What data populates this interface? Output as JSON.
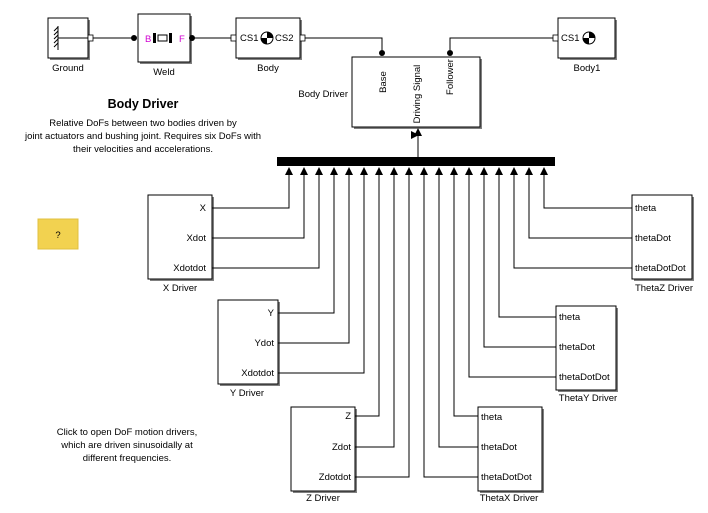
{
  "header": {
    "title": "Body Driver",
    "description": [
      "Relative DoFs between two bodies driven by",
      "joint actuators and bushing joint. Requires six DoFs with",
      "their velocities and accelerations."
    ]
  },
  "blocks": {
    "ground": {
      "label": "Ground"
    },
    "weld": {
      "label": "Weld",
      "port_b": "B",
      "port_f": "F"
    },
    "body": {
      "label": "Body",
      "port_cs1": "CS1",
      "port_cs2": "CS2"
    },
    "body1": {
      "label": "Body1",
      "port_cs1": "CS1"
    },
    "body_driver": {
      "label": "Body Driver",
      "port_base": "Base",
      "port_signal": "Driving Signal",
      "port_follower": "Follower"
    },
    "x_driver": {
      "label": "X Driver",
      "outputs": [
        "X",
        "Xdot",
        "Xdotdot"
      ]
    },
    "y_driver": {
      "label": "Y Driver",
      "outputs": [
        "Y",
        "Ydot",
        "Xdotdot"
      ]
    },
    "z_driver": {
      "label": "Z Driver",
      "outputs": [
        "Z",
        "Zdot",
        "Zdotdot"
      ]
    },
    "thetax_driver": {
      "label": "ThetaX Driver",
      "outputs": [
        "theta",
        "thetaDot",
        "thetaDotDot"
      ]
    },
    "thetay_driver": {
      "label": "ThetaY Driver",
      "outputs": [
        "theta",
        "thetaDot",
        "thetaDotDot"
      ]
    },
    "thetaz_driver": {
      "label": "ThetaZ Driver",
      "outputs": [
        "theta",
        "thetaDot",
        "thetaDotDot"
      ]
    }
  },
  "help_button": {
    "label": "?"
  },
  "footnote": [
    "Click to open DoF motion drivers,",
    "which are driven sinusoidally at",
    "different frequencies."
  ],
  "colors": {
    "port_label": "#d000d0",
    "help_bg": "#f2d250"
  }
}
